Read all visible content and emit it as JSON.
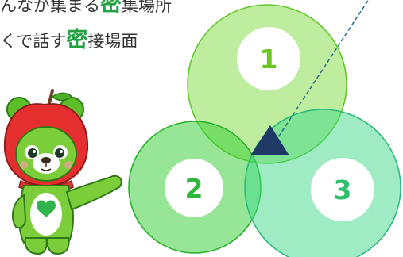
{
  "text": {
    "line1_pre": "んなが集まる",
    "line1_kanji": "密",
    "line1_post": "集場所",
    "line2_pre": "くで話す",
    "line2_kanji": "密",
    "line2_post": "接場面"
  },
  "venn": {
    "circle1_label": "1",
    "circle2_label": "2",
    "circle3_label": "3"
  },
  "colors": {
    "circle1": "#7edb3f",
    "circle2": "#2fcd2f",
    "circle3": "#3fd98a",
    "triangle": "#1f3966",
    "kanji": "#21a142"
  },
  "mascot": {
    "name": "apple-bear-mascot-icon"
  }
}
